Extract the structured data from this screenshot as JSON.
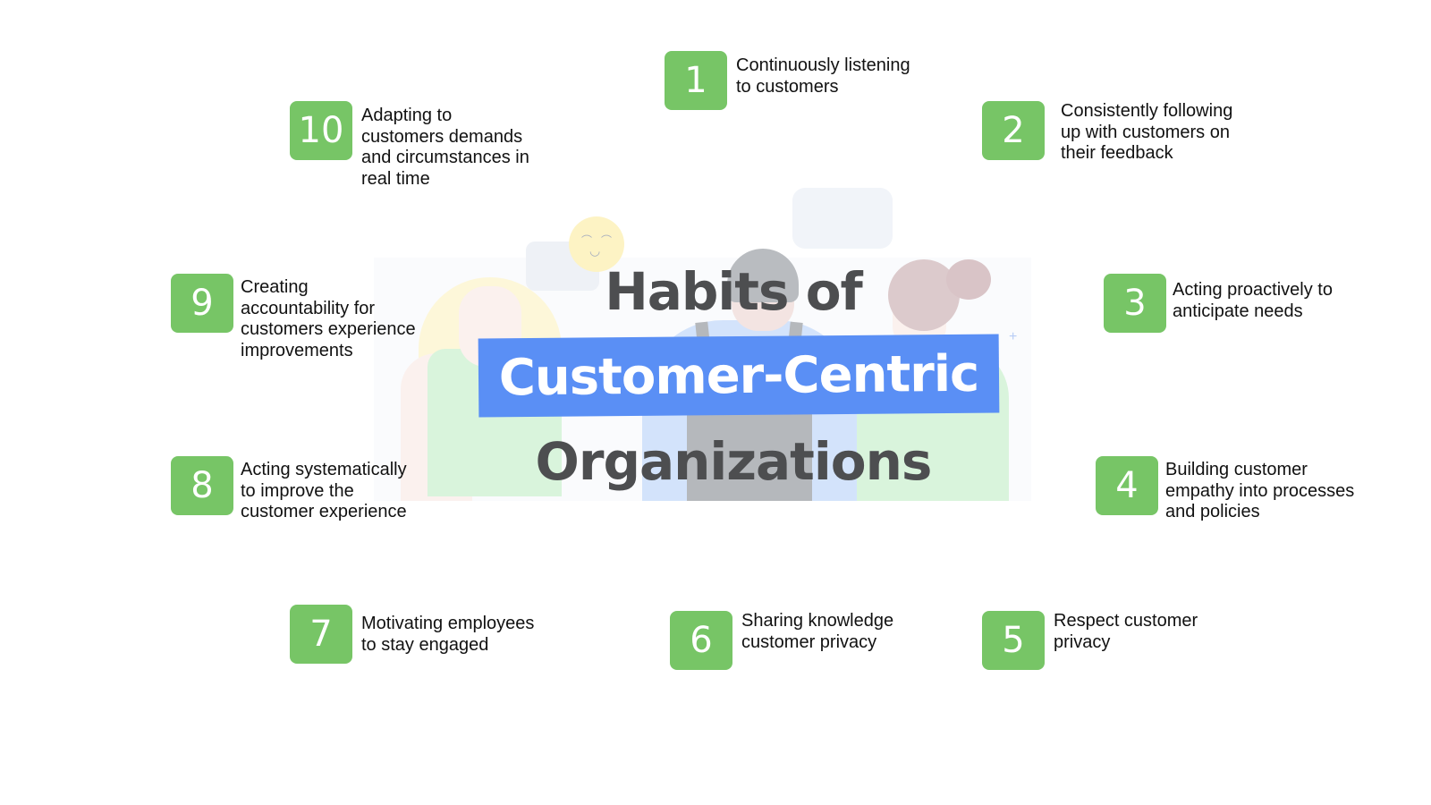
{
  "title": {
    "line1": "Habits of",
    "line2": "Customer-Centric",
    "line3": "Organizations"
  },
  "colors": {
    "badge_green": "#77c566",
    "banner_blue": "#5a8ff5",
    "title_dark": "#4d4e50",
    "text": "#111111"
  },
  "habits": [
    {
      "number": "1",
      "text": "Continuously listening\nto customers"
    },
    {
      "number": "2",
      "text": "Consistently following\nup with customers on\ntheir feedback"
    },
    {
      "number": "3",
      "text": "Acting proactively to\nanticipate needs"
    },
    {
      "number": "4",
      "text": "Building customer\nempathy into processes\nand policies"
    },
    {
      "number": "5",
      "text": "Respect customer\nprivacy"
    },
    {
      "number": "6",
      "text": "Sharing knowledge\ncustomer privacy"
    },
    {
      "number": "7",
      "text": "Motivating employees\nto stay engaged"
    },
    {
      "number": "8",
      "text": "Acting systematically\nto improve the\ncustomer experience"
    },
    {
      "number": "9",
      "text": "Creating\naccountability for\ncustomers experience\nimprovements"
    },
    {
      "number": "10",
      "text": "Adapting to\ncustomers demands\nand circumstances in\nreal time"
    }
  ]
}
